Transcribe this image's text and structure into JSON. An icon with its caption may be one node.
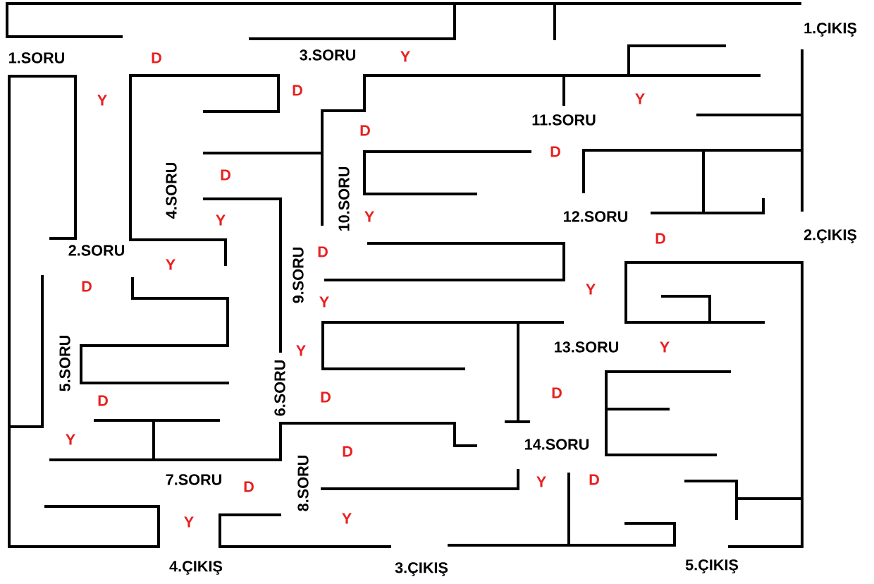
{
  "diagram": {
    "labels": [
      "1.ÇIKIŞ",
      "1.SORU",
      "D",
      "3.SORU",
      "Y",
      "Y",
      "D",
      "Y",
      "11.SORU",
      "D",
      "D",
      "4.SORU",
      "D",
      "10.SORU",
      "Y",
      "Y",
      "12.SORU",
      "D",
      "2.ÇIKIŞ",
      "2.SORU",
      "D",
      "9.SORU",
      "Y",
      "D",
      "Y",
      "Y",
      "Y",
      "13.SORU",
      "Y",
      "5.SORU",
      "6.SORU",
      "D",
      "D",
      "D",
      "Y",
      "14.SORU",
      "D",
      "7.SORU",
      "8.SORU",
      "D",
      "Y",
      "D",
      "Y",
      "Y",
      "4.ÇIKIŞ",
      "3.ÇIKIŞ",
      "5.ÇIKIŞ"
    ]
  }
}
